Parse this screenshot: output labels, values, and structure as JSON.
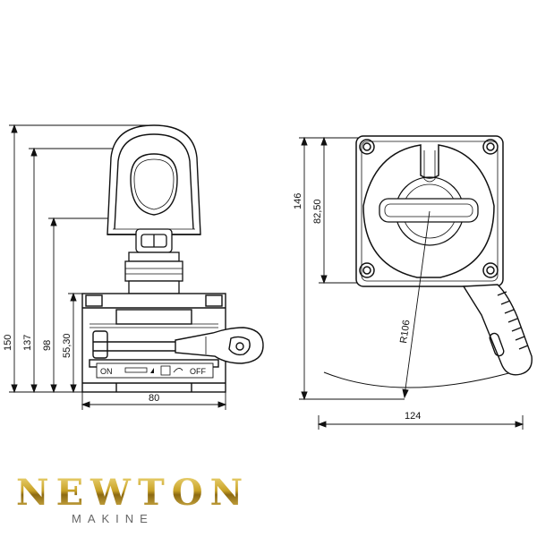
{
  "side_view": {
    "dimensions": {
      "total_height": "150",
      "height_to_eye": "137",
      "height_to_shackle_inner": "98",
      "body_height": "55,30",
      "width": "80"
    },
    "switch_labels": {
      "on": "ON",
      "off": "OFF"
    }
  },
  "top_view": {
    "dimensions": {
      "height": "146",
      "center_height": "82,50",
      "handle_radius": "R106",
      "overall_width": "124"
    }
  },
  "logo": {
    "brand": "NEWTON",
    "tagline": "MAKINE"
  },
  "colors": {
    "line": "#111111",
    "gold": "#c9a227",
    "gray": "#666666"
  }
}
